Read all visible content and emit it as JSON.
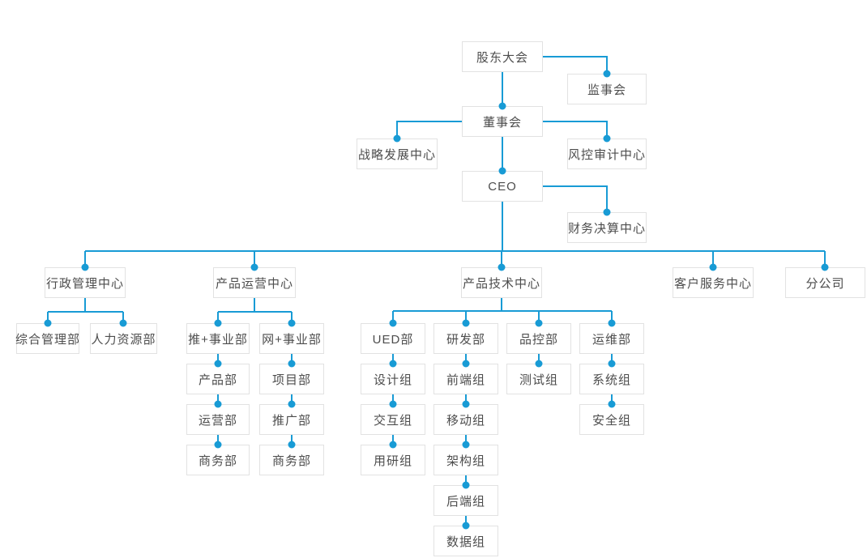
{
  "colors": {
    "line": "#189bd5",
    "box_border": "#e2e2e2",
    "box_bg": "#ffffff",
    "text": "#4d4d4d"
  },
  "org": {
    "shareholders_meeting": "股东大会",
    "supervisory_board": "监事会",
    "board_of_directors": "董事会",
    "strategy_development_center": "战略发展中心",
    "risk_audit_center": "风控审计中心",
    "ceo": "CEO",
    "financial_settlement_center": "财务决算中心",
    "admin_center": {
      "label": "行政管理中心",
      "children": [
        "综合管理部",
        "人力资源部"
      ]
    },
    "product_operations_center": {
      "label": "产品运营中心",
      "divisions": [
        {
          "label": "推+事业部",
          "chain": [
            "产品部",
            "运营部",
            "商务部"
          ]
        },
        {
          "label": "网+事业部",
          "chain": [
            "项目部",
            "推广部",
            "商务部"
          ]
        }
      ]
    },
    "product_technology_center": {
      "label": "产品技术中心",
      "departments": [
        {
          "label": "UED部",
          "chain": [
            "设计组",
            "交互组",
            "用研组"
          ]
        },
        {
          "label": "研发部",
          "chain": [
            "前端组",
            "移动组",
            "架构组",
            "后端组",
            "数据组"
          ]
        },
        {
          "label": "品控部",
          "chain": [
            "测试组"
          ]
        },
        {
          "label": "运维部",
          "chain": [
            "系统组",
            "安全组"
          ]
        }
      ]
    },
    "customer_service_center": "客户服务中心",
    "branch_company": "分公司"
  }
}
